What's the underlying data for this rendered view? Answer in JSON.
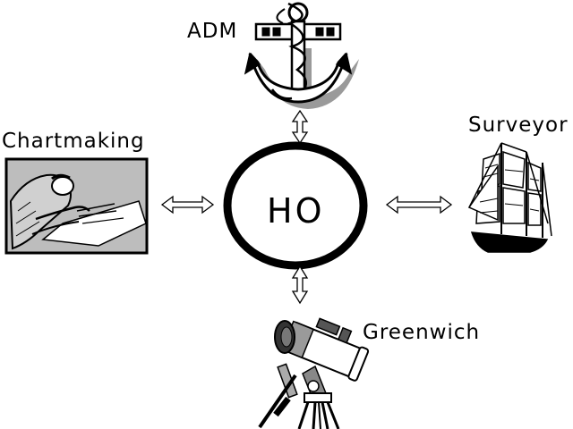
{
  "center": {
    "label": "HO"
  },
  "nodes": {
    "top": {
      "label": "ADM",
      "icon": "anchor-icon"
    },
    "left": {
      "label": "Chartmaking",
      "icon": "draftsman-icon"
    },
    "right": {
      "label": "Surveyor",
      "icon": "sailing-ship-icon"
    },
    "bottom": {
      "label": "Greenwich",
      "icon": "telescope-icon"
    }
  },
  "connectors": [
    "double-arrow-top",
    "double-arrow-left",
    "double-arrow-right",
    "double-arrow-bottom"
  ],
  "colors": {
    "line": "#000000",
    "background": "#ffffff",
    "chart_frame_fill": "#bdbdbd"
  }
}
